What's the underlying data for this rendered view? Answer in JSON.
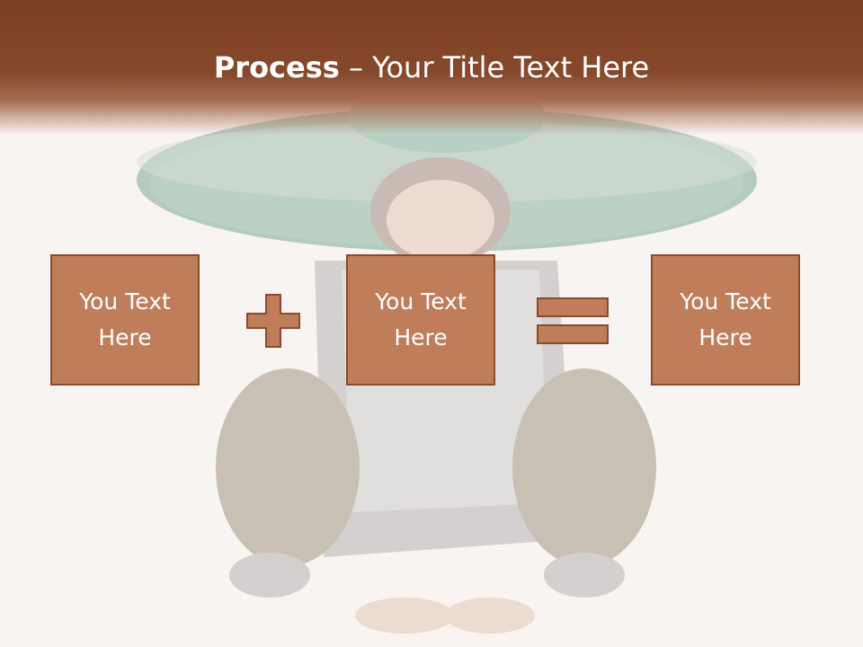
{
  "slide": {
    "title_bold": "Process",
    "title_rest": "– Your Title Text Here"
  },
  "boxes": [
    {
      "label": "You Text Here"
    },
    {
      "label": "You Text Here"
    },
    {
      "label": "You Text Here"
    }
  ],
  "icons": {
    "plus": "plus-icon",
    "equals": "equals-icon"
  },
  "colors": {
    "header": "#7b3f23",
    "box_fill": "#c07d5a",
    "box_border": "#8b4a2e",
    "background": "#f8f4f2"
  }
}
